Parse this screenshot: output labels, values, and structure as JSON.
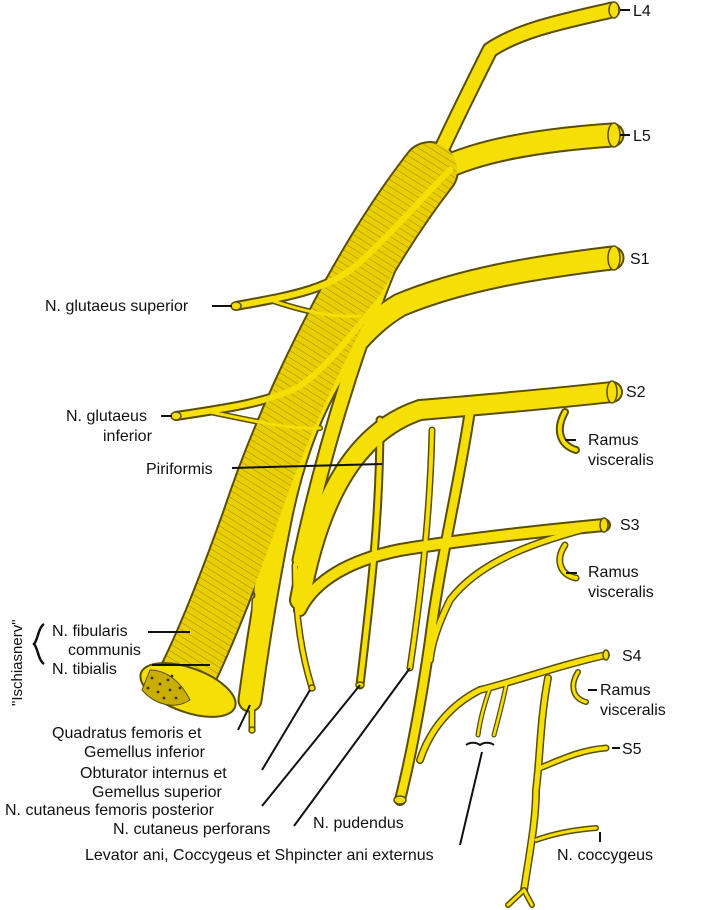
{
  "colors": {
    "nerve_fill": "#f5df05",
    "nerve_stroke": "#5a4e00",
    "nerve_dark": "#c9ae00",
    "label_ink": "#111111"
  },
  "roots": {
    "l4": "L4",
    "l5": "L5",
    "s1": "S1",
    "s2": "S2",
    "s3": "S3",
    "s4": "S4",
    "s5": "S5"
  },
  "labels": {
    "glut_sup": "N. glutaeus superior",
    "glut_inf_1": "N. glutaeus",
    "glut_inf_2": "inferior",
    "piriformis": "Piriformis",
    "ramus_1a": "Ramus",
    "ramus_1b": "visceralis",
    "ramus_2a": "Ramus",
    "ramus_2b": "visceralis",
    "ramus_3a": "Ramus",
    "ramus_3b": "visceralis",
    "ischiasnerv": "\"Ischiasnerv\"",
    "fibularis_1": "N. fibularis",
    "fibularis_2": "communis",
    "tibialis": "N. tibialis",
    "quadratus_1": "Quadratus femoris et",
    "quadratus_2": "Gemellus inferior",
    "obturator_1": "Obturator internus et",
    "obturator_2": "Gemellus superior",
    "cut_fem_post": "N. cutaneus femoris posterior",
    "cut_perforans": "N. cutaneus perforans",
    "pudendus": "N. pudendus",
    "levator": "Levator ani, Coccygeus et Shpincter ani externus",
    "coccygeus": "N. coccygeus"
  }
}
